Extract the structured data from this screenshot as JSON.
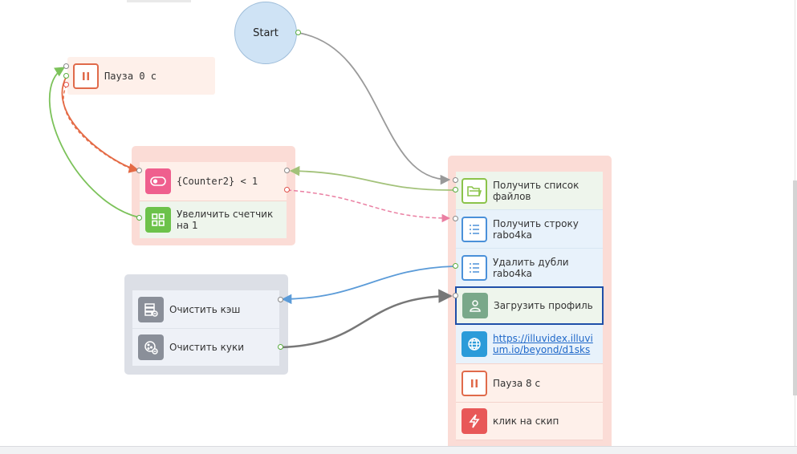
{
  "start": {
    "label": "Start"
  },
  "pause0": {
    "label": "Пауза 0 с"
  },
  "loop_group": {
    "condition": "{Counter2} < 1",
    "increment": "Увеличить счетчик на 1"
  },
  "clear_group": {
    "cache": "Очистить кэш",
    "cookies": "Очистить куки"
  },
  "main_group": {
    "get_files": "Получить список файлов",
    "get_line": "Получить строку rabo4ka",
    "dedupe": "Удалить дубли rabo4ka",
    "load_profile": "Загрузить профиль",
    "url": "https://illuvidex.illuvium.io/beyond/d1sks",
    "pause8": "Пауза 8 с",
    "click_skip": "клик на скип"
  },
  "colors": {
    "group_pink": "#fbdcd6",
    "group_gray": "#dcdfe6",
    "selected_border": "#1f4fa8",
    "icon_pause": "#e06a4a",
    "icon_condition": "#ef5f8e",
    "icon_increment": "#6cc24a",
    "icon_folder": "#8bc34a",
    "icon_list": "#4a90d9",
    "icon_profile": "#7aa88a",
    "icon_globe": "#2b9bd9",
    "icon_click": "#e85858",
    "icon_clear": "#8a8f99"
  },
  "icons": {
    "pause": "pause-icon",
    "condition": "toggle-icon",
    "increment": "grid-icon",
    "folder": "folder-icon",
    "list": "list-icon",
    "profile": "user-icon",
    "globe": "globe-icon",
    "click": "lightning-icon",
    "cache": "database-clear-icon",
    "cookies": "cookie-clear-icon"
  }
}
